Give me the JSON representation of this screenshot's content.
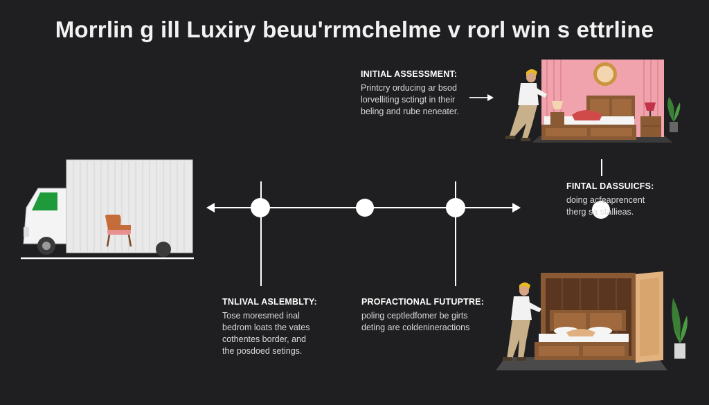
{
  "title": "Morrlin g ill Luxiry beuu'rrmchelme v rorl win s ettrline",
  "steps": {
    "initial": {
      "title": "INITIAL ASSESSMENT:",
      "lines": [
        "Printcry orducing ar bsod",
        "lorvelliting sctingt in their",
        "beling and rube neneater."
      ]
    },
    "final": {
      "title": "FINTAL DASSUICFS:",
      "lines": [
        "doing acfeaprencent",
        "therg sa stallieas."
      ]
    },
    "assembly": {
      "title": "TNLIVAL ASLEMBLTY:",
      "lines": [
        "Tose moresmed inal",
        "bedrom loats the vates",
        "cothentes border, and",
        "the posdoed setings."
      ]
    },
    "professional": {
      "title": "PROFACTIONAL FUTUPTRE:",
      "lines": [
        "poling ceptledfomer be girts",
        "deting are coldenineractions"
      ]
    }
  },
  "colors": {
    "background": "#1f1f21",
    "line": "#ffffff",
    "truck_cab_window": "#1f9a3a",
    "wall_pink": "#f0a3ac",
    "wood": "#8a5a34",
    "plant": "#3f8a3a"
  },
  "icons": [
    "delivery-truck-icon",
    "armchair-icon",
    "worker-icon",
    "bedroom-icon",
    "wardrobe-icon",
    "plant-icon"
  ]
}
